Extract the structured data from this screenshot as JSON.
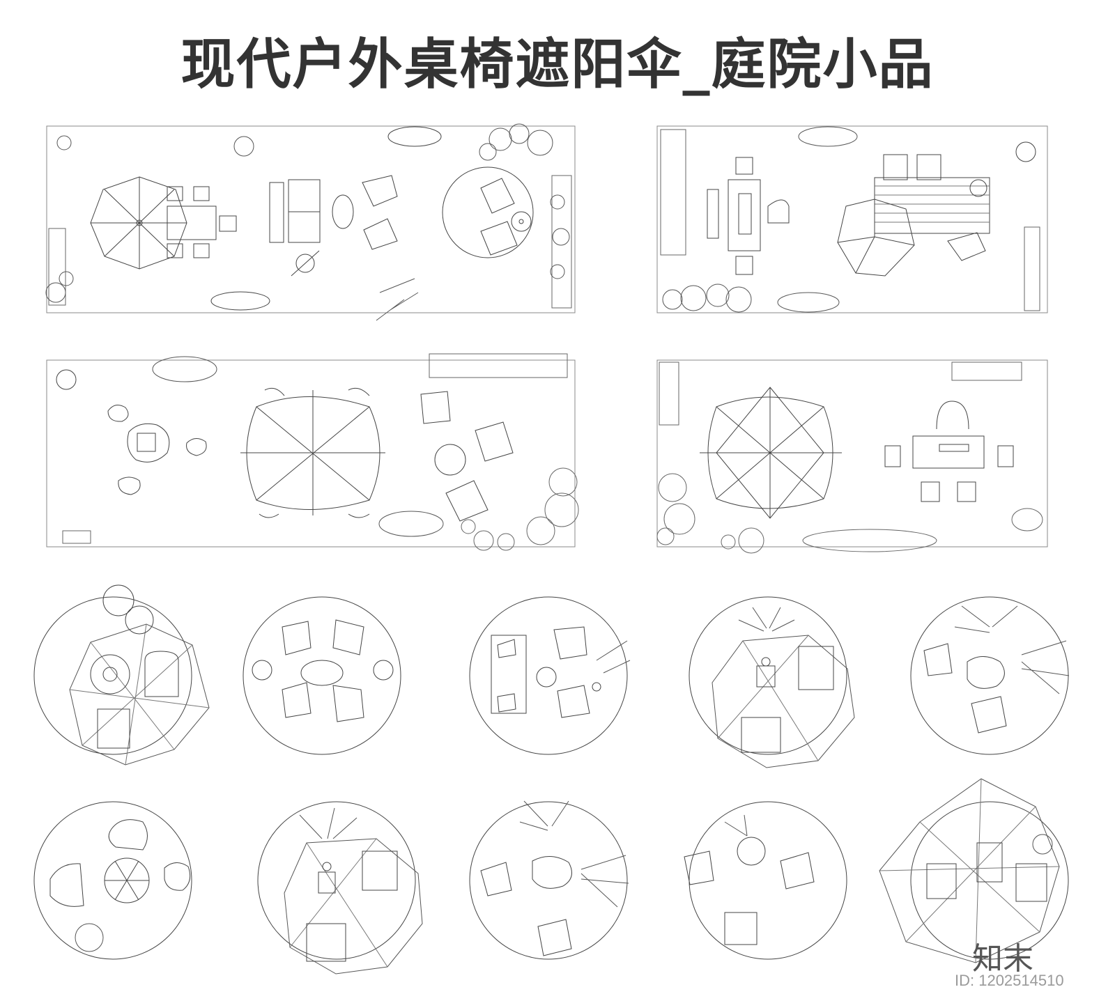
{
  "title": "现代户外桌椅遮阳伞_庭院小品",
  "watermark": {
    "logo_text": "知末",
    "id_text": "ID: 1202514510"
  },
  "colors": {
    "line": "#444444",
    "light_line": "#9a9a9a",
    "title": "#333333"
  }
}
